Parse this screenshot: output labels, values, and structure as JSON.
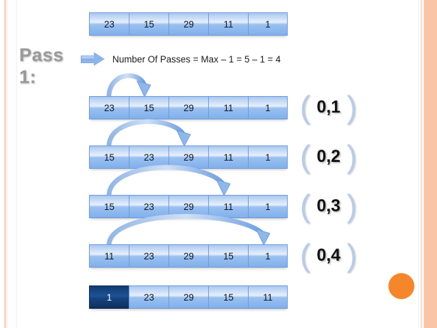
{
  "slide": {
    "pass_title": "Pass 1:",
    "note": {
      "arrow_icon": "block-arrow-right-icon",
      "text": "Number Of Passes =  Max – 1 = 5 – 1 = 4"
    },
    "accent_color": "#f5862c",
    "cell_color": "#8cb4ea",
    "highlight_color": "#123a72",
    "edge_band_color": "#fac4a6",
    "decor": {
      "orange_dot": "orange-circle-decoration"
    }
  },
  "rows": [
    {
      "id": "row-initial",
      "values": [
        "23",
        "15",
        "29",
        "11",
        "1"
      ],
      "highlight_index": -1,
      "label": null,
      "arrow": null
    },
    {
      "id": "row-step-1",
      "values": [
        "23",
        "15",
        "29",
        "11",
        "1"
      ],
      "highlight_index": -1,
      "label": "0,1",
      "arrow": {
        "from_index": 0,
        "to_index": 1
      }
    },
    {
      "id": "row-step-2",
      "values": [
        "15",
        "23",
        "29",
        "11",
        "1"
      ],
      "highlight_index": -1,
      "label": "0,2",
      "arrow": {
        "from_index": 0,
        "to_index": 2
      }
    },
    {
      "id": "row-step-3",
      "values": [
        "15",
        "23",
        "29",
        "11",
        "1"
      ],
      "highlight_index": -1,
      "label": "0,3",
      "arrow": {
        "from_index": 0,
        "to_index": 3
      }
    },
    {
      "id": "row-step-4",
      "values": [
        "11",
        "23",
        "29",
        "15",
        "1"
      ],
      "highlight_index": -1,
      "label": "0,4",
      "arrow": {
        "from_index": 0,
        "to_index": 4
      }
    },
    {
      "id": "row-result",
      "values": [
        "1",
        "23",
        "29",
        "15",
        "11"
      ],
      "highlight_index": 0,
      "label": null,
      "arrow": null
    }
  ],
  "bracket_glyphs": {
    "open": "(",
    "close": ")"
  }
}
